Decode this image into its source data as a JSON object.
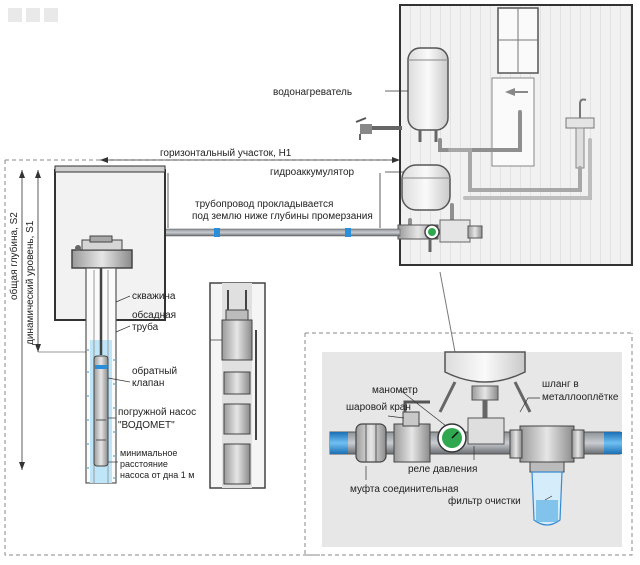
{
  "colors": {
    "pipe": "#6f7378",
    "water": "#8fd0f0",
    "accent_blue": "#2a8fd8",
    "gauge_green": "#2fa84f",
    "wall": "#e7e7e7",
    "dash": "#8a8a8a"
  },
  "labels": {
    "water_heater": "водонагреватель",
    "horizontal_section": "горизонтальный участок, H1",
    "hydro_accumulator": "гидроаккумулятор",
    "pipeline_line1": "трубопровод прокладывается",
    "pipeline_line2": "под землю ниже глубины промерзания",
    "total_depth": "общая глубина, S2",
    "dynamic_level": "динамический уровень, S1",
    "well": "скважина",
    "casing_line1": "обсадная",
    "casing_line2": "труба",
    "check_valve_line1": "обратный",
    "check_valve_line2": "клапан",
    "pump_line1": "погружной насос",
    "pump_line2": "\"ВОДОМЕТ\"",
    "min_dist_line1": "минимальное",
    "min_dist_line2": "расстояние",
    "min_dist_line3": "насоса от дна 1 м",
    "manometer": "манометр",
    "ball_valve": "шаровой кран",
    "hose_line1": "шланг в",
    "hose_line2": "металлооплётке",
    "pressure_relay": "реле давления",
    "coupling": "муфта соединительная",
    "filter": "фильтр очистки"
  }
}
